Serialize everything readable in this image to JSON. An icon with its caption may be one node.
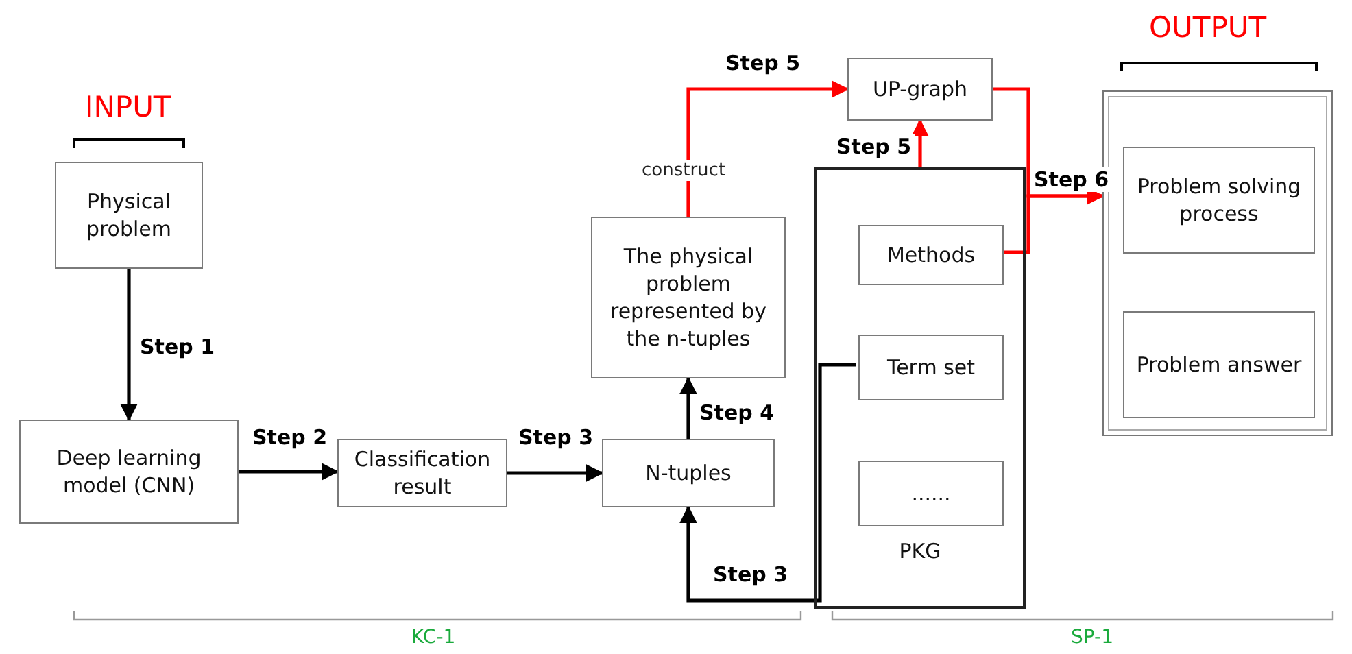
{
  "diagram": {
    "nodes": [
      {
        "text": [
          "Physical problem"
        ]
      },
      {
        "text": [
          "Deep learning model (CNN)"
        ]
      },
      {
        "text": [
          "Classification result"
        ]
      },
      {
        "text": [
          "N-tuples"
        ]
      },
      {
        "text": [
          "The physical problem represented by the n-tuples"
        ]
      },
      {
        "text": [
          "UP-graph"
        ]
      },
      {
        "text": [
          "PKG"
        ]
      },
      {
        "text": [
          "Methods"
        ],
        "in": 6
      },
      {
        "text": [
          "Term set"
        ],
        "in": 6
      },
      {
        "text": [
          "......"
        ],
        "in": 6
      },
      {
        "text": [],
        "shape": "box"
      },
      {
        "text": [
          "Problem solving process"
        ],
        "in": 10
      },
      {
        "text": [
          "Problem answer"
        ],
        "in": 10
      }
    ],
    "edges": [
      {
        "from": 0,
        "to": 1,
        "arrow": "to",
        "label": "Step 1"
      },
      {
        "from": 1,
        "to": 2,
        "arrow": "to",
        "label": "Step 2"
      },
      {
        "from": 2,
        "to": 3,
        "arrow": "to",
        "label": "Step 3"
      },
      {
        "from": 3,
        "to": 4,
        "arrow": "to",
        "label": "Step 4"
      },
      {
        "from": 4,
        "to": 5,
        "arrow": "to",
        "label": "Step 5",
        "color": "#ff0000"
      },
      {
        "from": 6,
        "to": 5,
        "arrow": "to",
        "label": "Step 5",
        "color": "#ff0000"
      },
      {
        "from": 5,
        "to": 10,
        "arrow": "to",
        "color": "#ff0000"
      },
      {
        "from": 7,
        "to": 10,
        "arrow": "to",
        "label": "Step 6",
        "color": "#ff0000"
      },
      {
        "from": 8,
        "to": 3,
        "arrow": "to",
        "label": "Step 3"
      }
    ],
    "labels": [
      "INPUT",
      "OUTPUT",
      "construct",
      "KC-1",
      "SP-1"
    ]
  }
}
